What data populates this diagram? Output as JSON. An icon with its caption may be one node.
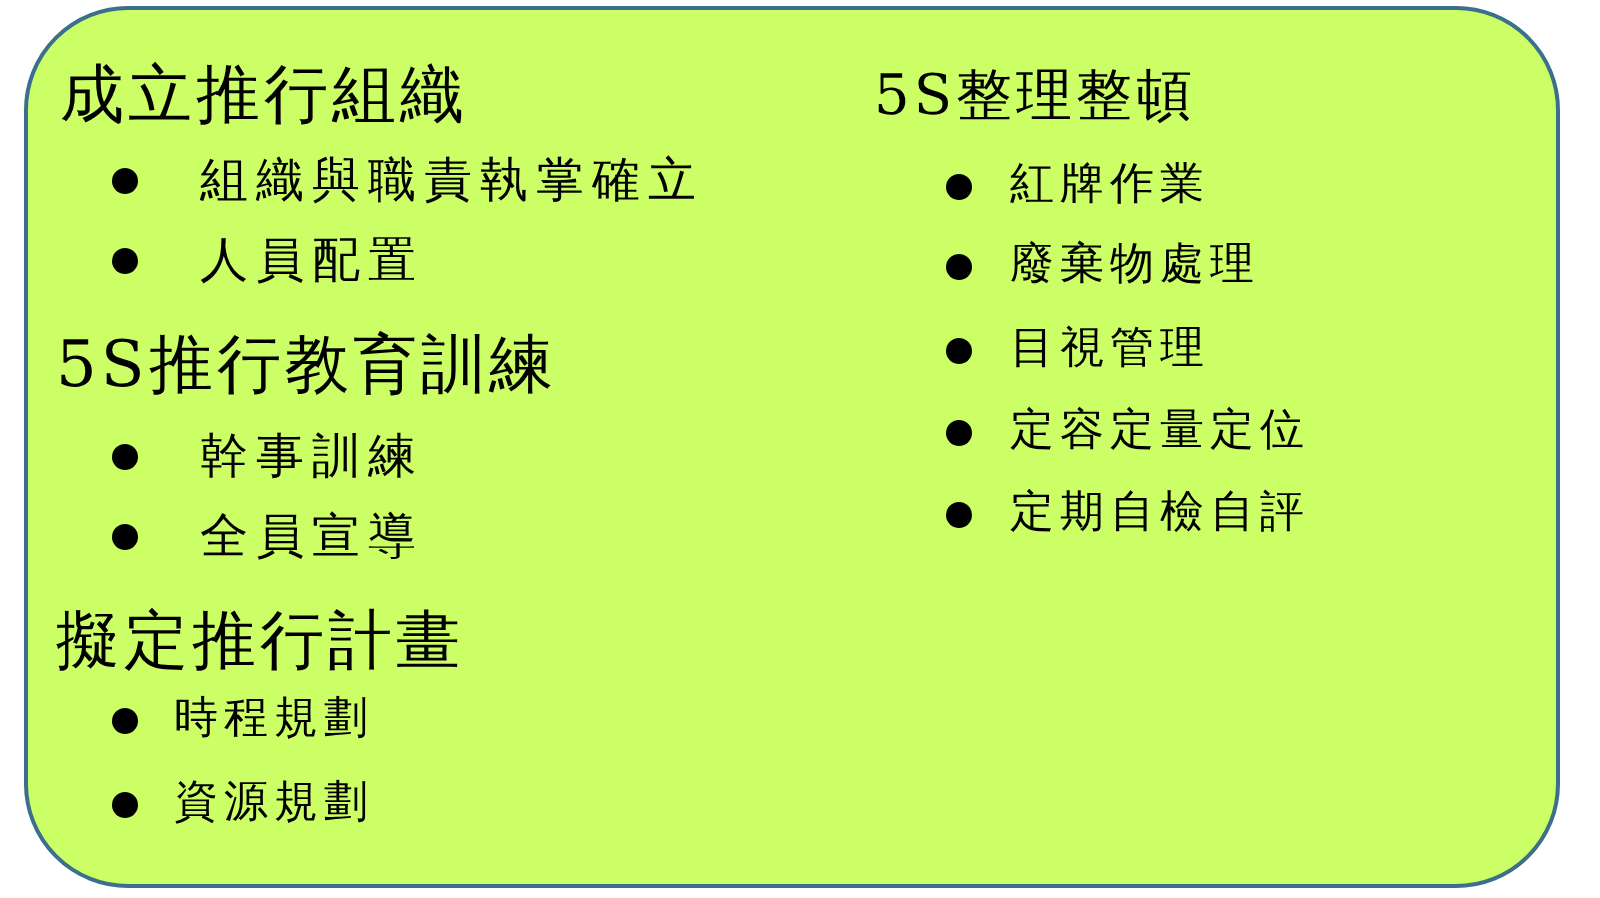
{
  "diagram": {
    "nodes": [
      {
        "text": [
          "成立推行組織",
          "組織與職責執掌確立",
          "人員配置",
          "5S推行教育訓練",
          "幹事訓練",
          "全員宣導",
          "擬定推行計畫",
          "時程規劃",
          "資源規劃",
          "5S整理整頓",
          "紅牌作業",
          "廢棄物處理",
          "目視管理",
          "定容定量定位",
          "定期自檢自評"
        ]
      }
    ]
  }
}
